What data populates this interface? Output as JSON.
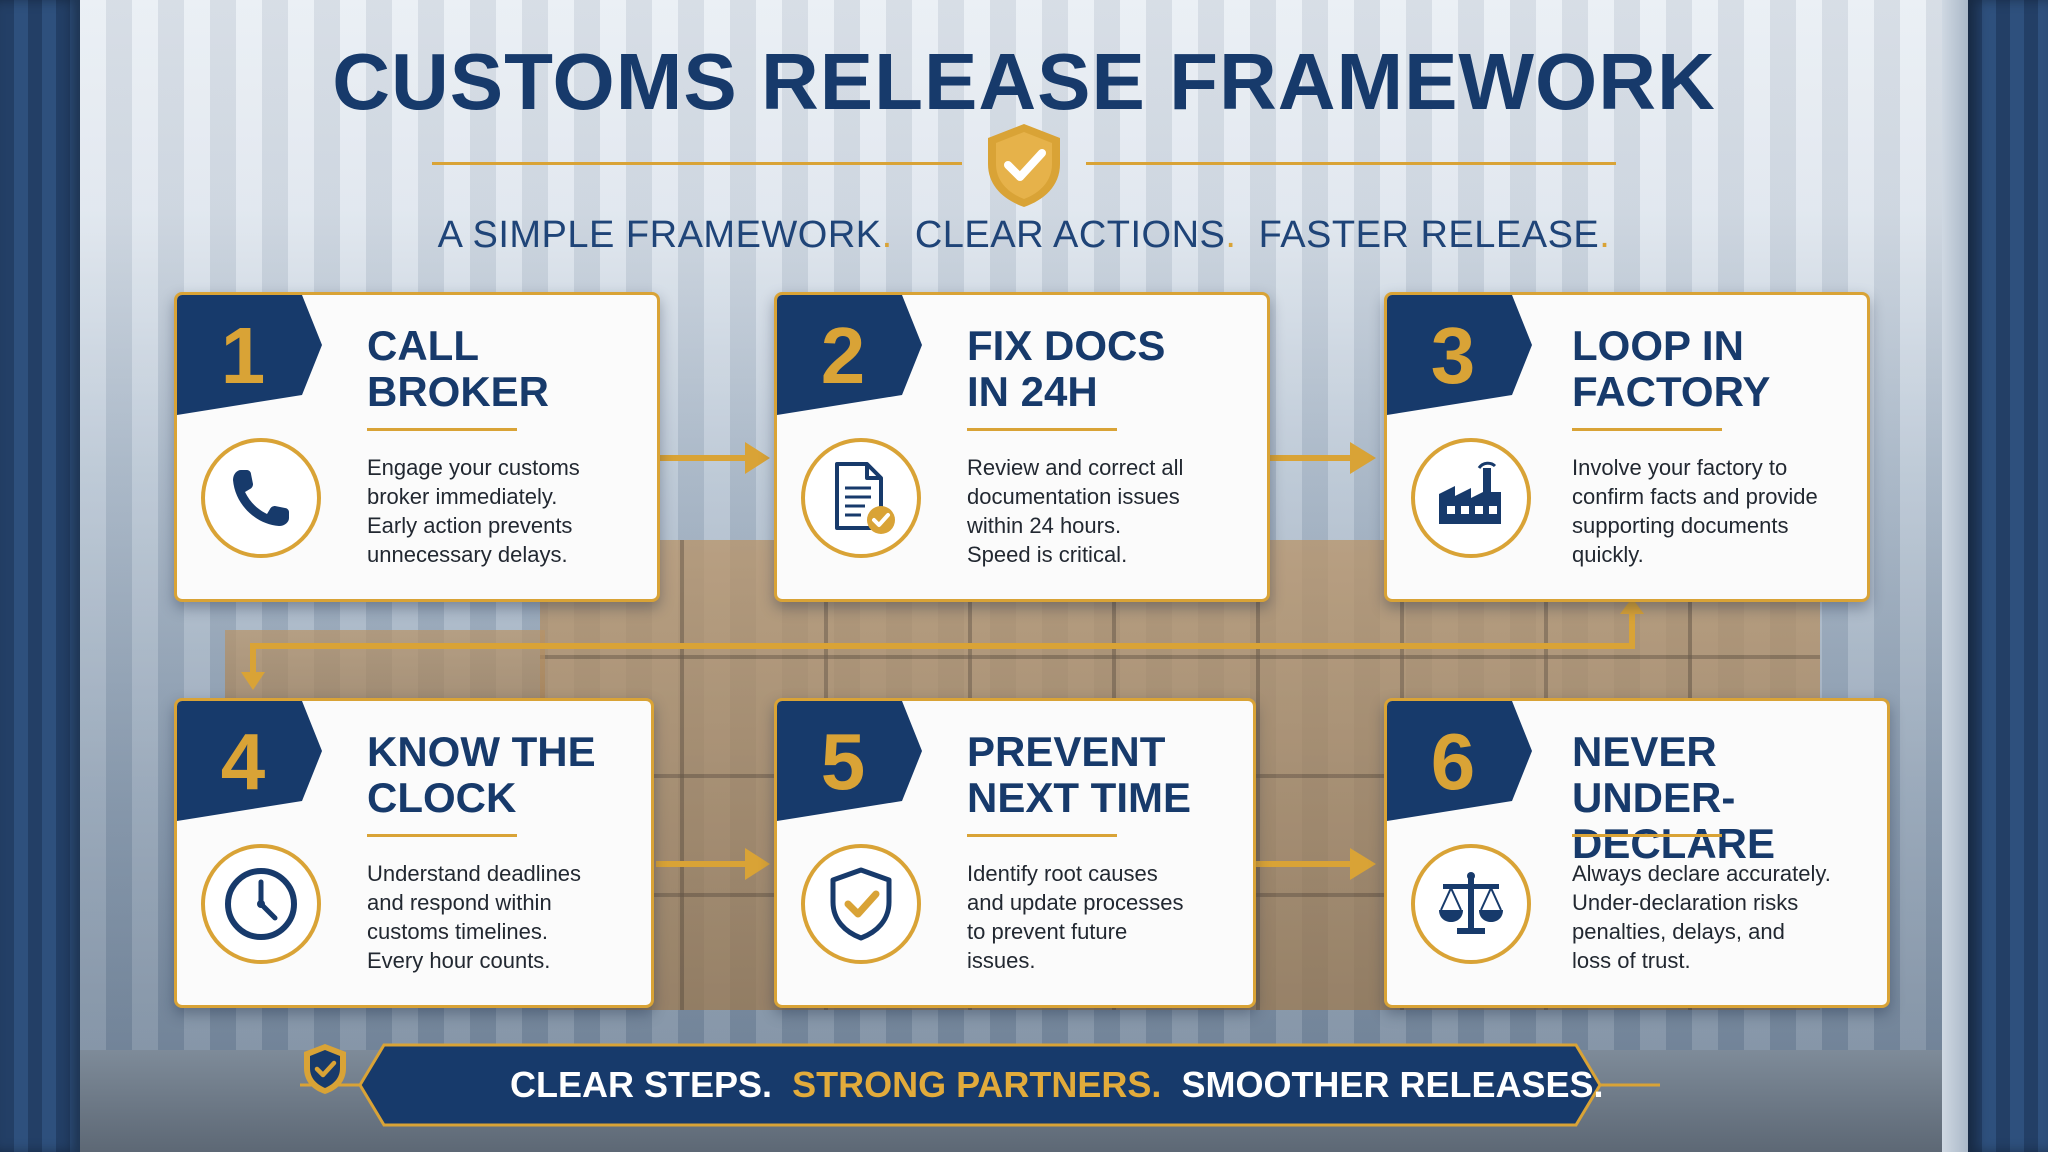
{
  "header": {
    "title": "CUSTOMS RELEASE FRAMEWORK",
    "tagline": {
      "part1": "A SIMPLE FRAMEWORK",
      "part2": "CLEAR ACTIONS",
      "part3": "FASTER RELEASE"
    },
    "icon": "shield-check-icon"
  },
  "steps": [
    {
      "number": "1",
      "title_lines": [
        "CALL",
        "BROKER"
      ],
      "icon": "phone-icon",
      "desc_lines": [
        "Engage your customs",
        "broker immediately.",
        "Early action prevents",
        "unnecessary delays."
      ]
    },
    {
      "number": "2",
      "title_lines": [
        "FIX DOCS",
        "IN 24H"
      ],
      "icon": "document-check-icon",
      "desc_lines": [
        "Review and correct all",
        "documentation issues",
        "within 24 hours.",
        "Speed is critical."
      ]
    },
    {
      "number": "3",
      "title_lines": [
        "LOOP IN",
        "FACTORY"
      ],
      "icon": "factory-icon",
      "desc_lines": [
        "Involve your factory to",
        "confirm facts and provide",
        "supporting documents",
        "quickly."
      ]
    },
    {
      "number": "4",
      "title_lines": [
        "KNOW THE",
        "CLOCK"
      ],
      "icon": "clock-icon",
      "desc_lines": [
        "Understand deadlines",
        "and respond within",
        "customs timelines.",
        "Every hour counts."
      ]
    },
    {
      "number": "5",
      "title_lines": [
        "PREVENT",
        "NEXT TIME"
      ],
      "icon": "shield-check-icon",
      "desc_lines": [
        "Identify root causes",
        "and update processes",
        "to prevent future",
        "issues."
      ]
    },
    {
      "number": "6",
      "title_lines": [
        "NEVER",
        "UNDER-DECLARE"
      ],
      "icon": "scales-icon",
      "desc_lines": [
        "Always declare accurately.",
        "Under-declaration risks",
        "penalties, delays, and",
        "loss of trust."
      ]
    }
  ],
  "footer": {
    "part1": "CLEAR STEPS.",
    "part2": "STRONG PARTNERS.",
    "part3": "SMOOTHER RELEASES.",
    "icon": "shield-check-icon"
  },
  "colors": {
    "navy": "#173a6b",
    "gold": "#d9a336",
    "card_bg": "#fbfbfb"
  }
}
